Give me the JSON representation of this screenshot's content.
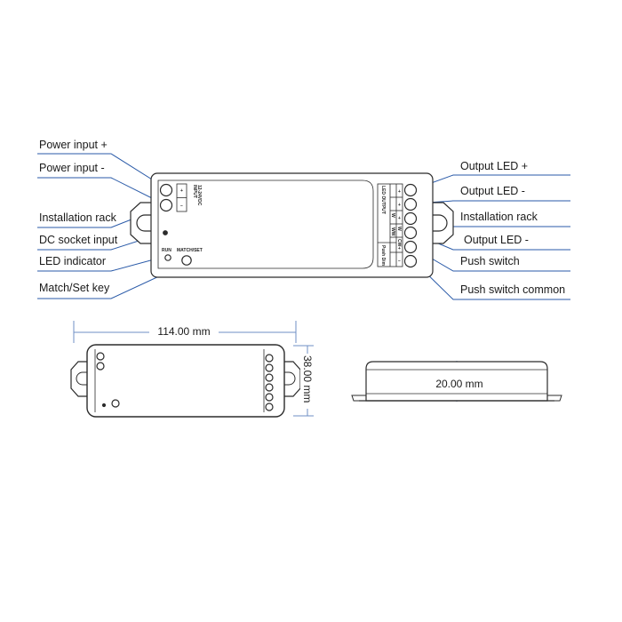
{
  "colors": {
    "leader": "#2a5aa8",
    "outline": "#2b2b2b",
    "dimension": "#6f8fc4"
  },
  "labels": {
    "power_in_plus": "Power input +",
    "power_in_minus": "Power input -",
    "rack_left": "Installation rack",
    "dc_socket": "DC socket input",
    "led_indicator": "LED indicator",
    "match_key": "Match/Set key",
    "out_led_plus": "Output LED +",
    "out_led_minus_1": "Output LED -",
    "rack_right": "Installation rack",
    "out_led_minus_2": "Output LED -",
    "push_switch": "Push switch",
    "push_switch_common": "Push switch common"
  },
  "device": {
    "input_block": [
      "+",
      "−"
    ],
    "input_spec": [
      "INPUT",
      "12-24VDC"
    ],
    "run": "RUN",
    "match_set": "MATCH/SET",
    "led_output": "LED OUTPUT",
    "out_signs": [
      "+",
      "+",
      "+"
    ],
    "out_channels": [
      "W",
      "W",
      "WW",
      "CW"
    ],
    "push_dim": "Push Dim",
    "push_signs": [
      "+",
      "−"
    ]
  },
  "dimensions": {
    "length": "114.00 mm",
    "width": "38.00 mm",
    "height": "20.00 mm"
  }
}
